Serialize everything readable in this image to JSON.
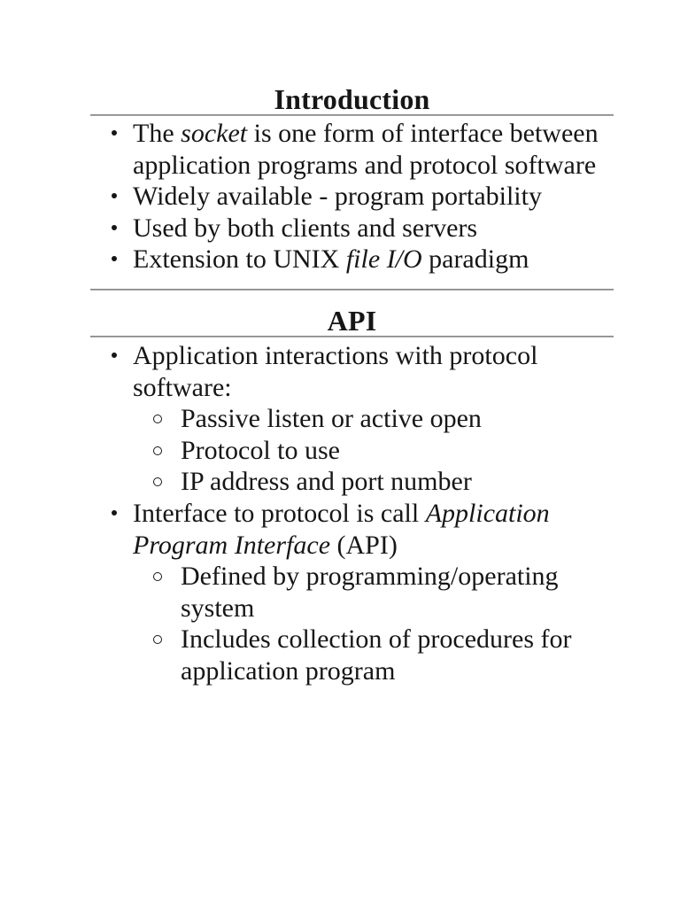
{
  "page": {
    "background": "#ffffff",
    "text_color": "#161616",
    "rule_color": "#8f8f8f"
  },
  "sections": [
    {
      "title": "Introduction",
      "bullets": [
        {
          "level": 1,
          "runs": [
            {
              "text": "The ",
              "italic": false
            },
            {
              "text": "socket",
              "italic": true
            },
            {
              "text": " is one form of interface between application programs and protocol software",
              "italic": false
            }
          ]
        },
        {
          "level": 1,
          "runs": [
            {
              "text": "Widely available - program portability",
              "italic": false
            }
          ]
        },
        {
          "level": 1,
          "runs": [
            {
              "text": "Used by both clients and servers",
              "italic": false
            }
          ]
        },
        {
          "level": 1,
          "runs": [
            {
              "text": "Extension to UNIX ",
              "italic": false
            },
            {
              "text": "file I/O",
              "italic": true
            },
            {
              "text": " paradigm",
              "italic": false
            }
          ]
        }
      ]
    },
    {
      "title": "API",
      "bullets": [
        {
          "level": 1,
          "runs": [
            {
              "text": "Application interactions with protocol software:",
              "italic": false
            }
          ]
        },
        {
          "level": 2,
          "runs": [
            {
              "text": "Passive listen or active open",
              "italic": false
            }
          ]
        },
        {
          "level": 2,
          "runs": [
            {
              "text": "Protocol to use",
              "italic": false
            }
          ]
        },
        {
          "level": 2,
          "runs": [
            {
              "text": "IP address and port number",
              "italic": false
            }
          ]
        },
        {
          "level": 1,
          "runs": [
            {
              "text": "Interface to protocol is call ",
              "italic": false
            },
            {
              "text": "Application Program Interface",
              "italic": true
            },
            {
              "text": " (API)",
              "italic": false
            }
          ]
        },
        {
          "level": 2,
          "runs": [
            {
              "text": "Defined by programming/operating system",
              "italic": false
            }
          ]
        },
        {
          "level": 2,
          "runs": [
            {
              "text": "Includes collection of procedures for application program",
              "italic": false
            }
          ]
        }
      ]
    }
  ]
}
